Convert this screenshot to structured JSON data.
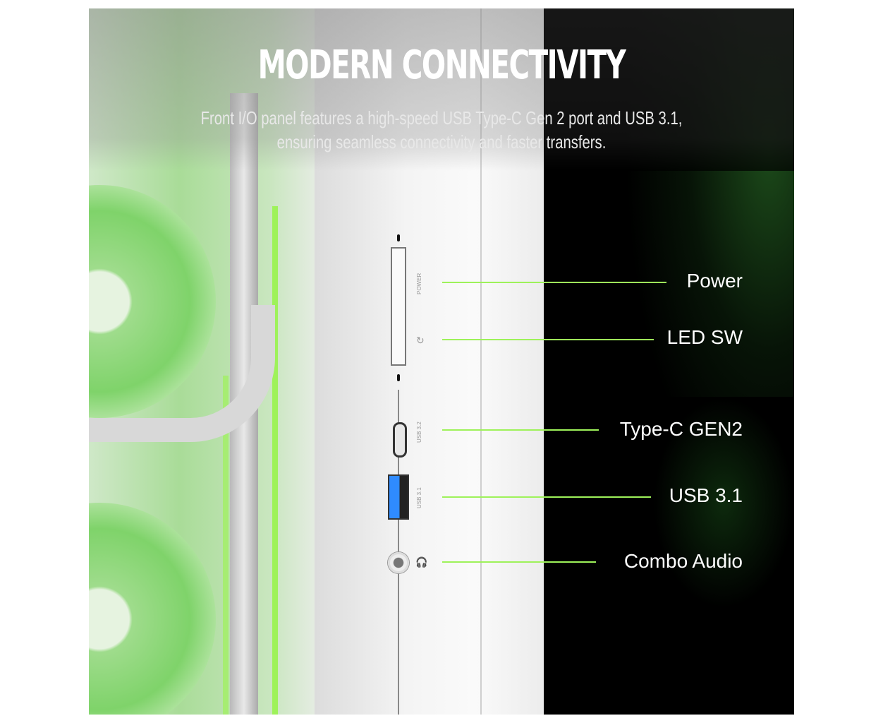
{
  "title": "MODERN CONNECTIVITY",
  "subtitle_line1": "Front I/O panel features a high-speed USB Type-C Gen 2 port and USB 3.1,",
  "subtitle_line2": "ensuring seamless connectivity and faster transfers.",
  "panel_markings": {
    "power": "POWER",
    "usb32": "USB 3.2",
    "usb31": "USB 3.1"
  },
  "callouts": [
    {
      "label": "Power"
    },
    {
      "label": "LED SW"
    },
    {
      "label": "Type-C GEN2"
    },
    {
      "label": "USB 3.1"
    },
    {
      "label": "Combo Audio"
    }
  ],
  "colors": {
    "accent": "#9ef25a",
    "usb_blue": "#2f8bff"
  }
}
